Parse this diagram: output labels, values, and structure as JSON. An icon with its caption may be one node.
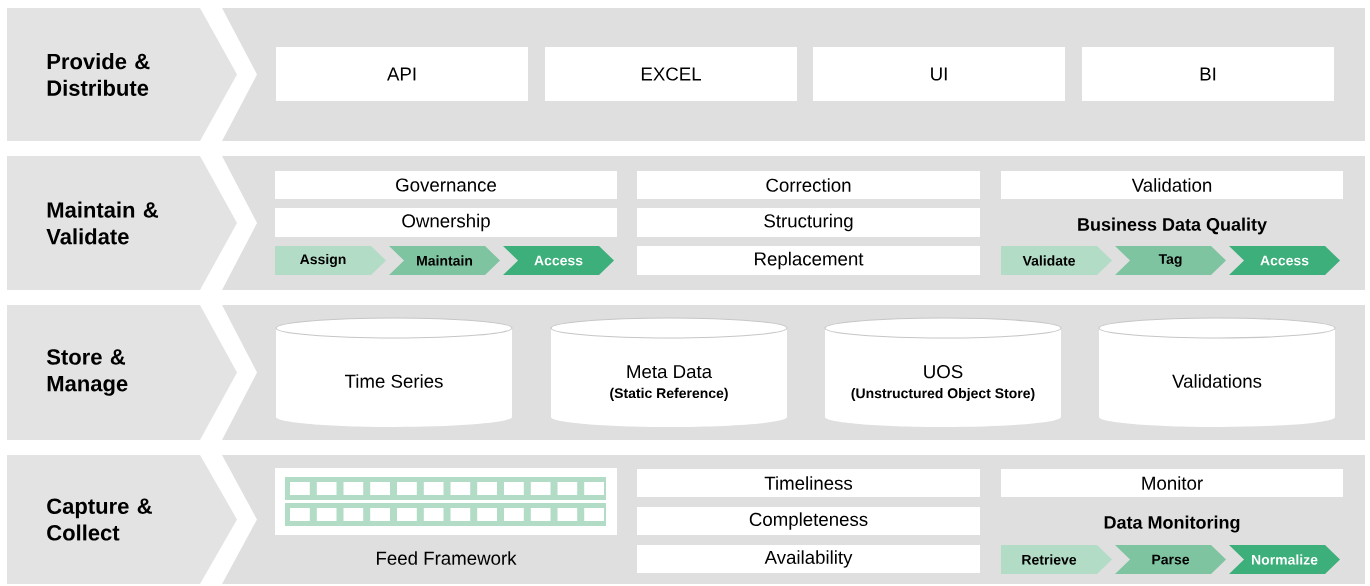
{
  "diagram": {
    "nodes": [
      {
        "text": [
          "Provide & Distribute"
        ]
      },
      {
        "text": [],
        "shape": "band"
      },
      {
        "text": [
          "API"
        ],
        "in": 1
      },
      {
        "text": [
          "EXCEL"
        ],
        "in": 1
      },
      {
        "text": [
          "UI"
        ],
        "in": 1
      },
      {
        "text": [
          "BI"
        ],
        "in": 1
      },
      {
        "text": [
          "Maintain & Validate"
        ]
      },
      {
        "text": [],
        "shape": "band"
      },
      {
        "text": [
          "Governance"
        ],
        "in": 7
      },
      {
        "text": [
          "Ownership"
        ],
        "in": 7
      },
      {
        "text": [
          "Assign"
        ],
        "in": 7
      },
      {
        "text": [
          "Maintain"
        ],
        "in": 7
      },
      {
        "text": [
          "Access"
        ],
        "in": 7
      },
      {
        "text": [
          "Correction"
        ],
        "in": 7
      },
      {
        "text": [
          "Structuring"
        ],
        "in": 7
      },
      {
        "text": [
          "Replacement"
        ],
        "in": 7
      },
      {
        "text": [
          "Validation"
        ],
        "in": 7
      },
      {
        "text": [
          "Validate"
        ],
        "in": 7
      },
      {
        "text": [
          "Tag"
        ],
        "in": 7
      },
      {
        "text": [
          "Access"
        ],
        "in": 7
      },
      {
        "text": [
          "Store & Manage"
        ]
      },
      {
        "text": [],
        "shape": "band"
      },
      {
        "text": [
          "Time Series"
        ],
        "in": 21
      },
      {
        "text": [
          "Meta Data",
          "(Static Reference)"
        ],
        "in": 21
      },
      {
        "text": [
          "UOS",
          "(Unstructured Object Store)"
        ],
        "in": 21
      },
      {
        "text": [
          "Validations"
        ],
        "in": 21
      },
      {
        "text": [
          "Capture & Collect"
        ]
      },
      {
        "text": [],
        "shape": "band"
      },
      {
        "text": [
          "Feed Framework"
        ],
        "in": 27
      },
      {
        "text": [
          "Timeliness"
        ],
        "in": 27
      },
      {
        "text": [
          "Completeness"
        ],
        "in": 27
      },
      {
        "text": [
          "Availability"
        ],
        "in": 27
      },
      {
        "text": [
          "Monitor"
        ],
        "in": 27
      },
      {
        "text": [
          "Retrieve"
        ],
        "in": 27
      },
      {
        "text": [
          "Parse"
        ],
        "in": 27
      },
      {
        "text": [
          "Normalize"
        ],
        "in": 27
      }
    ],
    "labels": [
      "Business Data Quality",
      "Data Monitoring"
    ]
  }
}
